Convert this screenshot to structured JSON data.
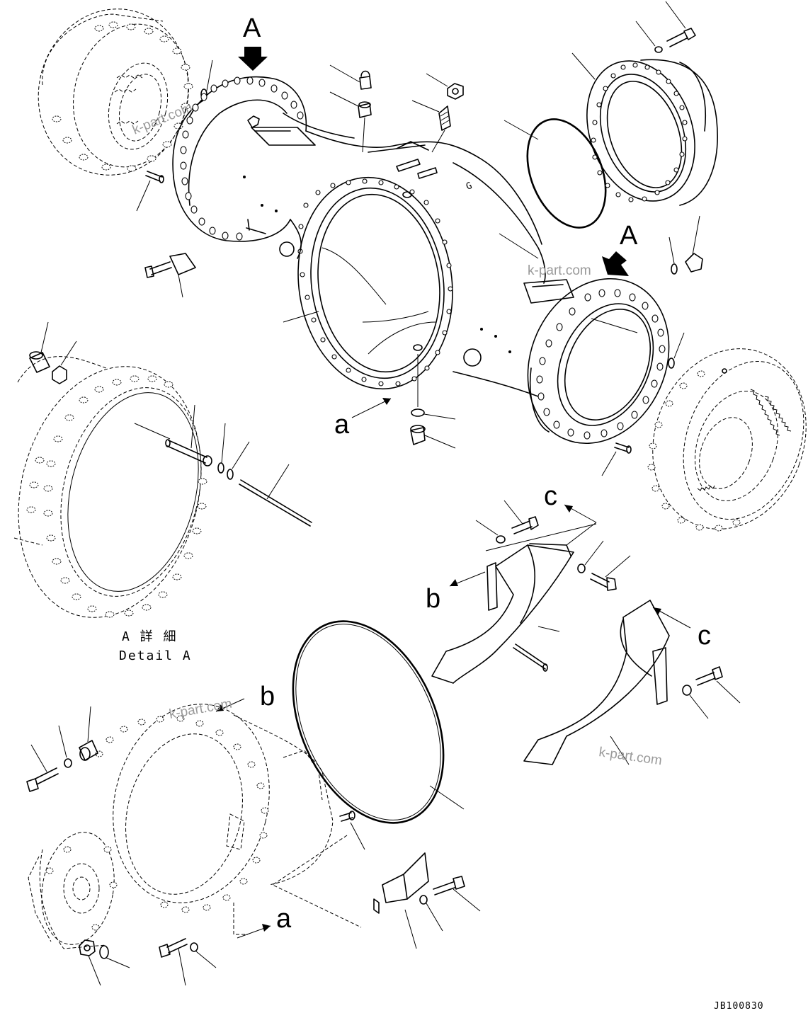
{
  "labels": {
    "view_a": "A",
    "ref_a": "a",
    "ref_b": "b",
    "ref_c": "c"
  },
  "detail": {
    "title_jp": "A 詳 細",
    "title_en": "Detail A"
  },
  "watermark": "k-part.com",
  "drawing_number": "JB100830"
}
